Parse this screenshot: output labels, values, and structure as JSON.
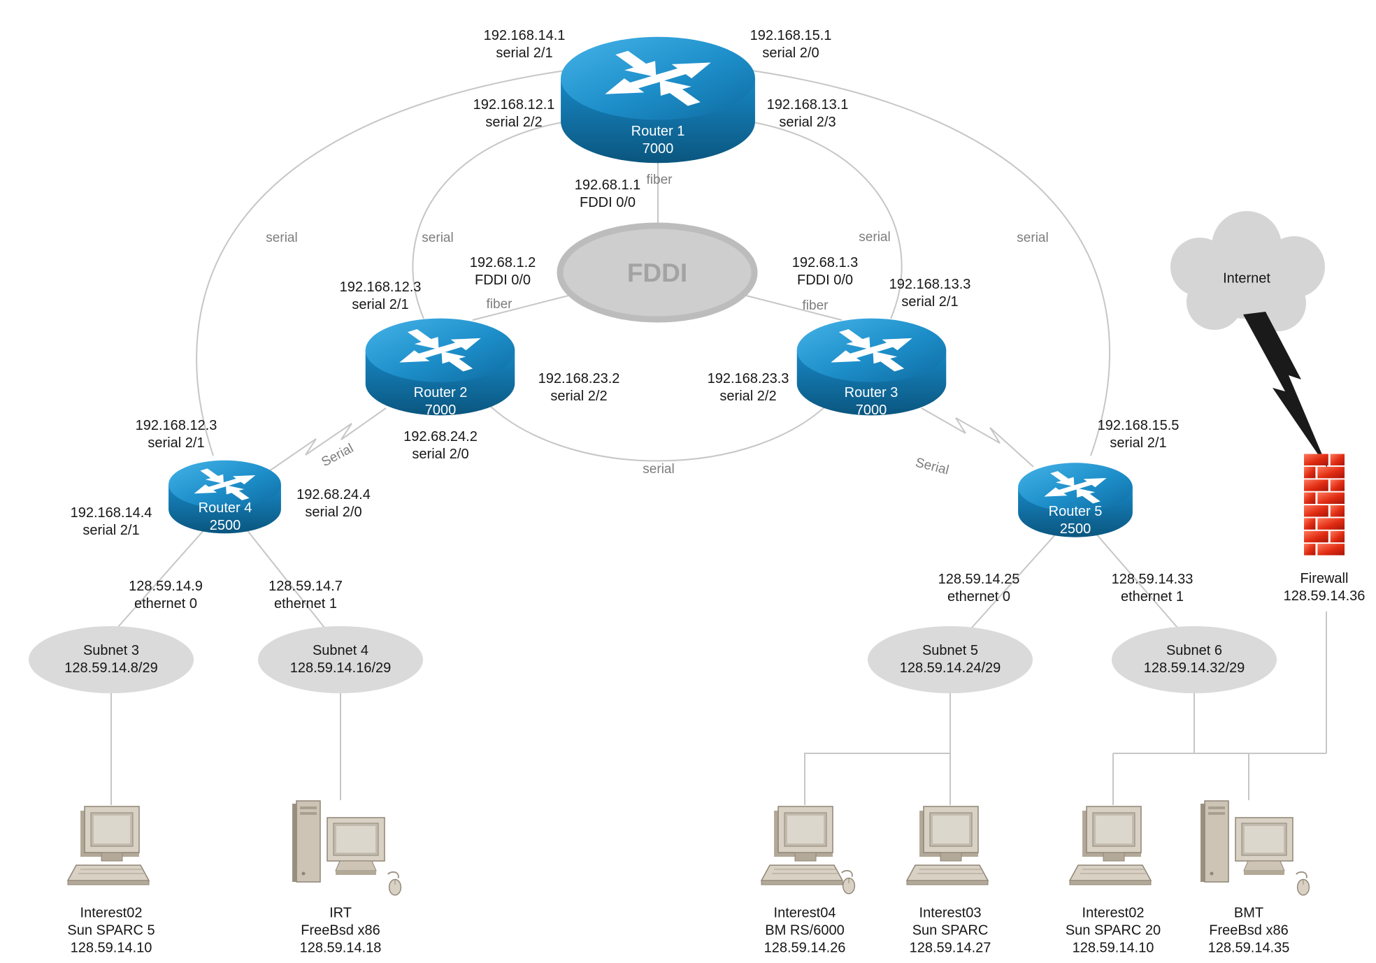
{
  "diagram": {
    "fddi_label": "FDDI",
    "internet_label": "Internet",
    "firewall": {
      "name": "Firewall",
      "ip": "128.59.14.36"
    }
  },
  "routers": [
    {
      "name": "Router 1",
      "model": "7000"
    },
    {
      "name": "Router 2",
      "model": "7000"
    },
    {
      "name": "Router 3",
      "model": "7000"
    },
    {
      "name": "Router 4",
      "model": "2500"
    },
    {
      "name": "Router 5",
      "model": "2500"
    }
  ],
  "subnets": [
    {
      "name": "Subnet 3",
      "range": "128.59.14.8/29"
    },
    {
      "name": "Subnet 4",
      "range": "128.59.14.16/29"
    },
    {
      "name": "Subnet 5",
      "range": "128.59.14.24/29"
    },
    {
      "name": "Subnet 6",
      "range": "128.59.14.32/29"
    }
  ],
  "hosts": [
    {
      "name": "Interest02",
      "platform": "Sun SPARC 5",
      "ip": "128.59.14.10"
    },
    {
      "name": "IRT",
      "platform": "FreeBsd x86",
      "ip": "128.59.14.18"
    },
    {
      "name": "Interest04",
      "platform": "BM RS/6000",
      "ip": "128.59.14.26"
    },
    {
      "name": "Interest03",
      "platform": "Sun SPARC",
      "ip": "128.59.14.27"
    },
    {
      "name": "Interest02",
      "platform": "Sun SPARC 20",
      "ip": "128.59.14.10"
    },
    {
      "name": "BMT",
      "platform": "FreeBsd x86",
      "ip": "128.59.14.35"
    }
  ],
  "iface_labels": [
    {
      "ip": "192.168.14.1",
      "iface": "serial 2/1"
    },
    {
      "ip": "192.168.15.1",
      "iface": "serial 2/0"
    },
    {
      "ip": "192.168.12.1",
      "iface": "serial 2/2"
    },
    {
      "ip": "192.168.13.1",
      "iface": "serial 2/3"
    },
    {
      "ip": "192.68.1.1",
      "iface": "FDDI 0/0"
    },
    {
      "ip": "192.68.1.2",
      "iface": "FDDI 0/0"
    },
    {
      "ip": "192.68.1.3",
      "iface": "FDDI 0/0"
    },
    {
      "ip": "192.168.12.3",
      "iface": "serial 2/1"
    },
    {
      "ip": "192.168.13.3",
      "iface": "serial 2/1"
    },
    {
      "ip": "192.168.23.2",
      "iface": "serial 2/2"
    },
    {
      "ip": "192.168.23.3",
      "iface": "serial 2/2"
    },
    {
      "ip": "192.68.24.2",
      "iface": "serial 2/0"
    },
    {
      "ip": "192.168.12.3",
      "iface": "serial 2/1"
    },
    {
      "ip": "192.168.14.4",
      "iface": "serial 2/1"
    },
    {
      "ip": "192.68.24.4",
      "iface": "serial 2/0"
    },
    {
      "ip": "192.168.15.5",
      "iface": "serial 2/1"
    },
    {
      "ip": "128.59.14.9",
      "iface": "ethernet 0"
    },
    {
      "ip": "128.59.14.7",
      "iface": "ethernet 1"
    },
    {
      "ip": "128.59.14.25",
      "iface": "ethernet 0"
    },
    {
      "ip": "128.59.14.33",
      "iface": "ethernet 1"
    }
  ],
  "link_labels": {
    "serial_arc": [
      "serial",
      "serial",
      "serial",
      "serial",
      "serial"
    ],
    "serial_wan": [
      "Serial",
      "Serial"
    ],
    "fiber": [
      "fiber",
      "fiber",
      "fiber"
    ]
  },
  "colors": {
    "router_blue": "#1781bd",
    "node_gray": "#d9d9d9",
    "firewall_red": "#e02c12",
    "link_gray": "#c6c6c6"
  }
}
